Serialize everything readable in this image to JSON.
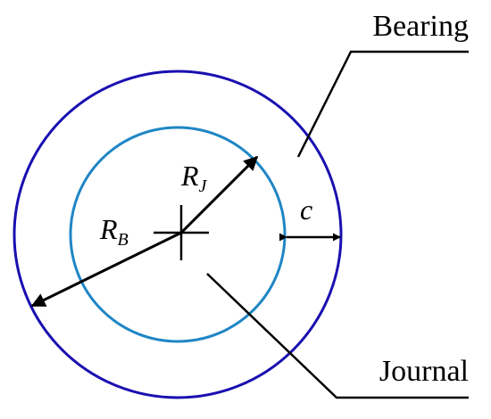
{
  "labels": {
    "bearing": "Bearing",
    "journal": "Journal",
    "clearance": "c",
    "journal_radius_symbol": "R",
    "journal_radius_subscript": "J",
    "bearing_radius_symbol": "R",
    "bearing_radius_subscript": "B"
  },
  "colors": {
    "bearing_circle": "#1a0fb0",
    "journal_circle": "#1f86c5",
    "lines": "#000000"
  }
}
